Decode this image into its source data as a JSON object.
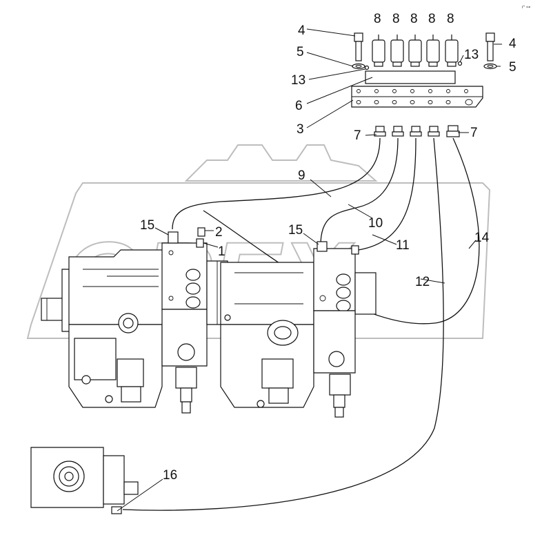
{
  "watermark": {
    "text": "OPEX"
  },
  "corner_mark": "r° ⊶",
  "callouts": {
    "c1": "1",
    "c2": "2",
    "c3": "3",
    "c4a": "4",
    "c4b": "4",
    "c5a": "5",
    "c5b": "5",
    "c6": "6",
    "c7a": "7",
    "c7b": "7",
    "c8a": "8",
    "c8b": "8",
    "c8c": "8",
    "c8d": "8",
    "c8e": "8",
    "c9": "9",
    "c10": "10",
    "c11": "11",
    "c12": "12",
    "c13a": "13",
    "c13b": "13",
    "c14": "14",
    "c15a": "15",
    "c15b": "15",
    "c16": "16"
  }
}
